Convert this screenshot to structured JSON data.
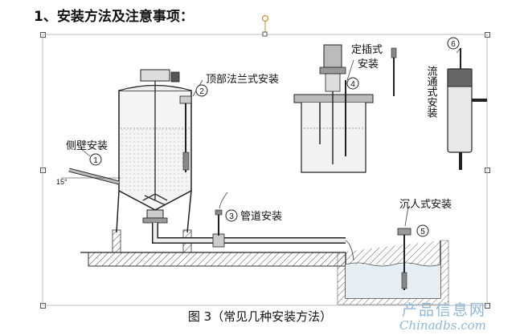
{
  "heading": "1、安装方法及注意事项：",
  "labels": {
    "side_wall": "侧壁安装",
    "top_flange": "顶部法兰式安装",
    "pipe": "管道安装",
    "fixed_insert_l1": "定插式",
    "fixed_insert_l2": "安装",
    "flow_through": "流通式安装",
    "submerged": "沉人式安装",
    "angle": "15°"
  },
  "markers": {
    "m1": "1",
    "m2": "2",
    "m3": "3",
    "m4": "4",
    "m5": "5",
    "m6": "6"
  },
  "caption": "图 3（常见几种安装方法）",
  "watermark": {
    "line1": "产品信息网",
    "line2": "Chinadbs.com"
  }
}
